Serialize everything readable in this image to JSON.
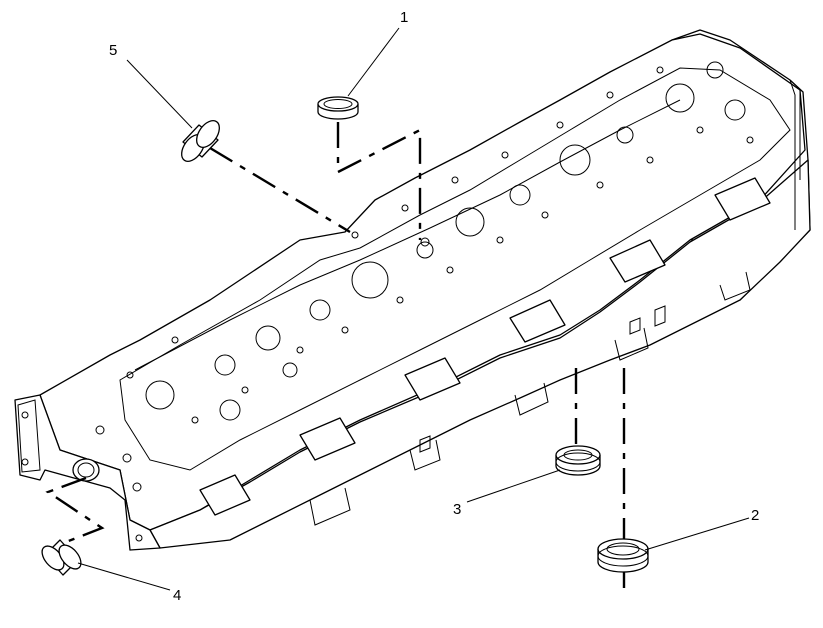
{
  "callouts": [
    {
      "id": "1",
      "label": "1"
    },
    {
      "id": "2",
      "label": "2"
    },
    {
      "id": "3",
      "label": "3"
    },
    {
      "id": "4",
      "label": "4"
    },
    {
      "id": "5",
      "label": "5"
    }
  ]
}
